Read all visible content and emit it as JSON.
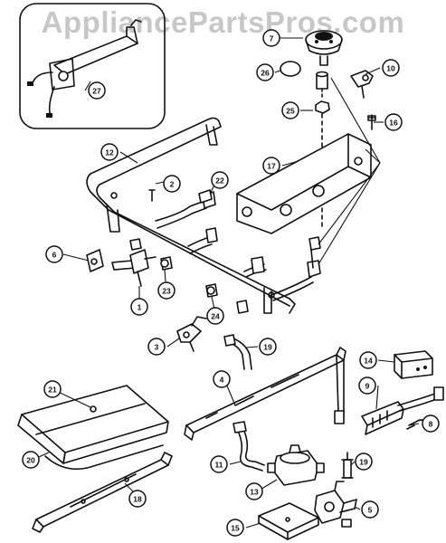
{
  "watermark": "AppliancePartsPros.com",
  "colors": {
    "ink": "#111111",
    "background": "#ffffff",
    "watermark": "#c8c8c8"
  },
  "callouts": [
    {
      "id": "27",
      "part": "inset-regulator-assembly"
    },
    {
      "id": "7",
      "part": "burner-cap"
    },
    {
      "id": "26",
      "part": "o-ring"
    },
    {
      "id": "10",
      "part": "bracket"
    },
    {
      "id": "25",
      "part": "nut"
    },
    {
      "id": "16",
      "part": "screw"
    },
    {
      "id": "12",
      "part": "manifold-pipe"
    },
    {
      "id": "2",
      "part": "screw"
    },
    {
      "id": "22",
      "part": "orifice"
    },
    {
      "id": "17",
      "part": "burner-base-bracket"
    },
    {
      "id": "6",
      "part": "valve"
    },
    {
      "id": "23",
      "part": "orifice-fitting"
    },
    {
      "id": "1",
      "part": "valve-knob-stem"
    },
    {
      "id": "24",
      "part": "orifice-fitting"
    },
    {
      "id": "3",
      "part": "valve"
    },
    {
      "id": "19",
      "part": "tube"
    },
    {
      "id": "14",
      "part": "spark-module"
    },
    {
      "id": "4",
      "part": "oven-burner-tube"
    },
    {
      "id": "9",
      "part": "igniter-switch-harness"
    },
    {
      "id": "21",
      "part": "screw"
    },
    {
      "id": "8",
      "part": "wire"
    },
    {
      "id": "20",
      "part": "heat-shield"
    },
    {
      "id": "11",
      "part": "tube"
    },
    {
      "id": "13",
      "part": "pressure-regulator"
    },
    {
      "id": "18",
      "part": "bracket-rail"
    },
    {
      "id": "5",
      "part": "safety-valve"
    },
    {
      "id": "15",
      "part": "valve-bracket"
    }
  ]
}
